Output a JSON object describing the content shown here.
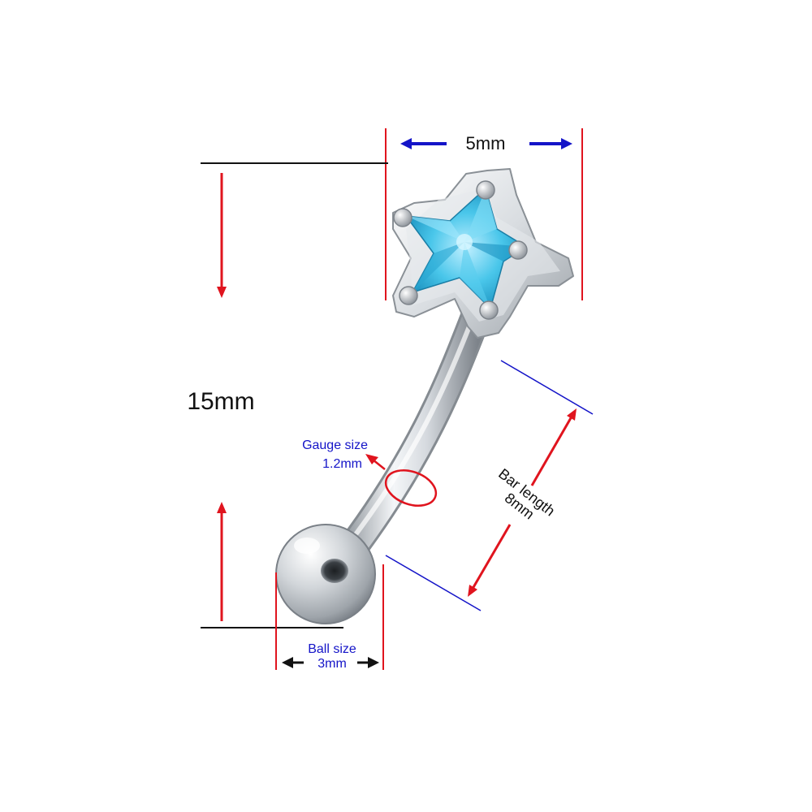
{
  "dimensions": {
    "top_width": "5mm",
    "total_length": "15mm",
    "gauge_label": "Gauge size",
    "gauge_value": "1.2mm",
    "bar_label": "Bar length",
    "bar_value": "8mm",
    "ball_label": "Ball size",
    "ball_value": "3mm"
  },
  "colors": {
    "red": "#e0141e",
    "blue": "#1414c8",
    "black": "#111111",
    "gem": "#2fb8e0",
    "silver": "#c9cdd2"
  }
}
